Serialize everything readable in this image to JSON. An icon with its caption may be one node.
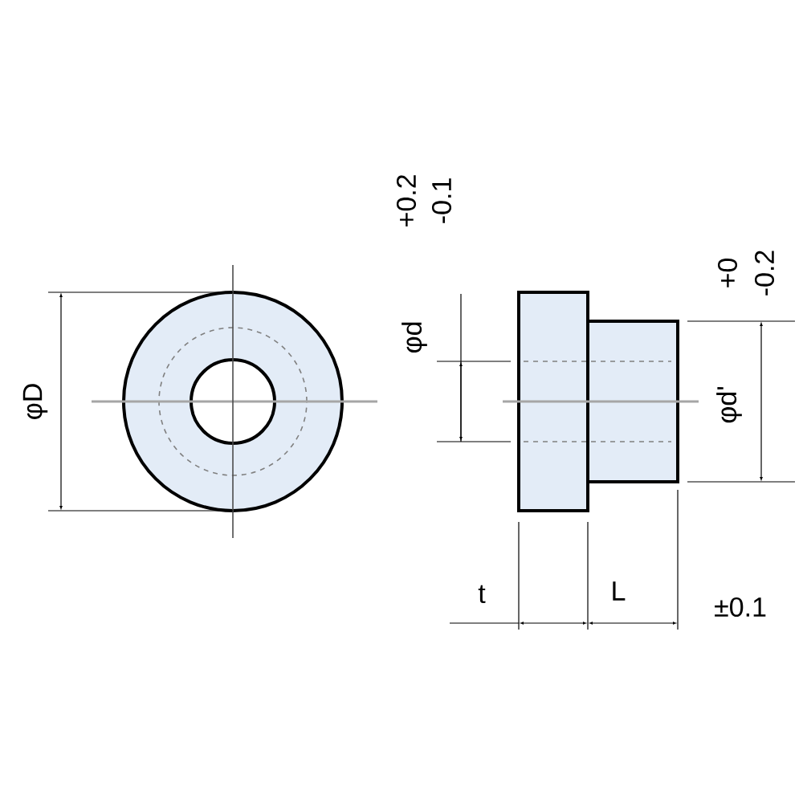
{
  "diagram": {
    "labels": [
      "φD",
      "+0.2",
      "-0.1",
      "φd",
      "+0",
      "-0.2",
      "φd'",
      "t",
      "L",
      "±0.1"
    ]
  }
}
